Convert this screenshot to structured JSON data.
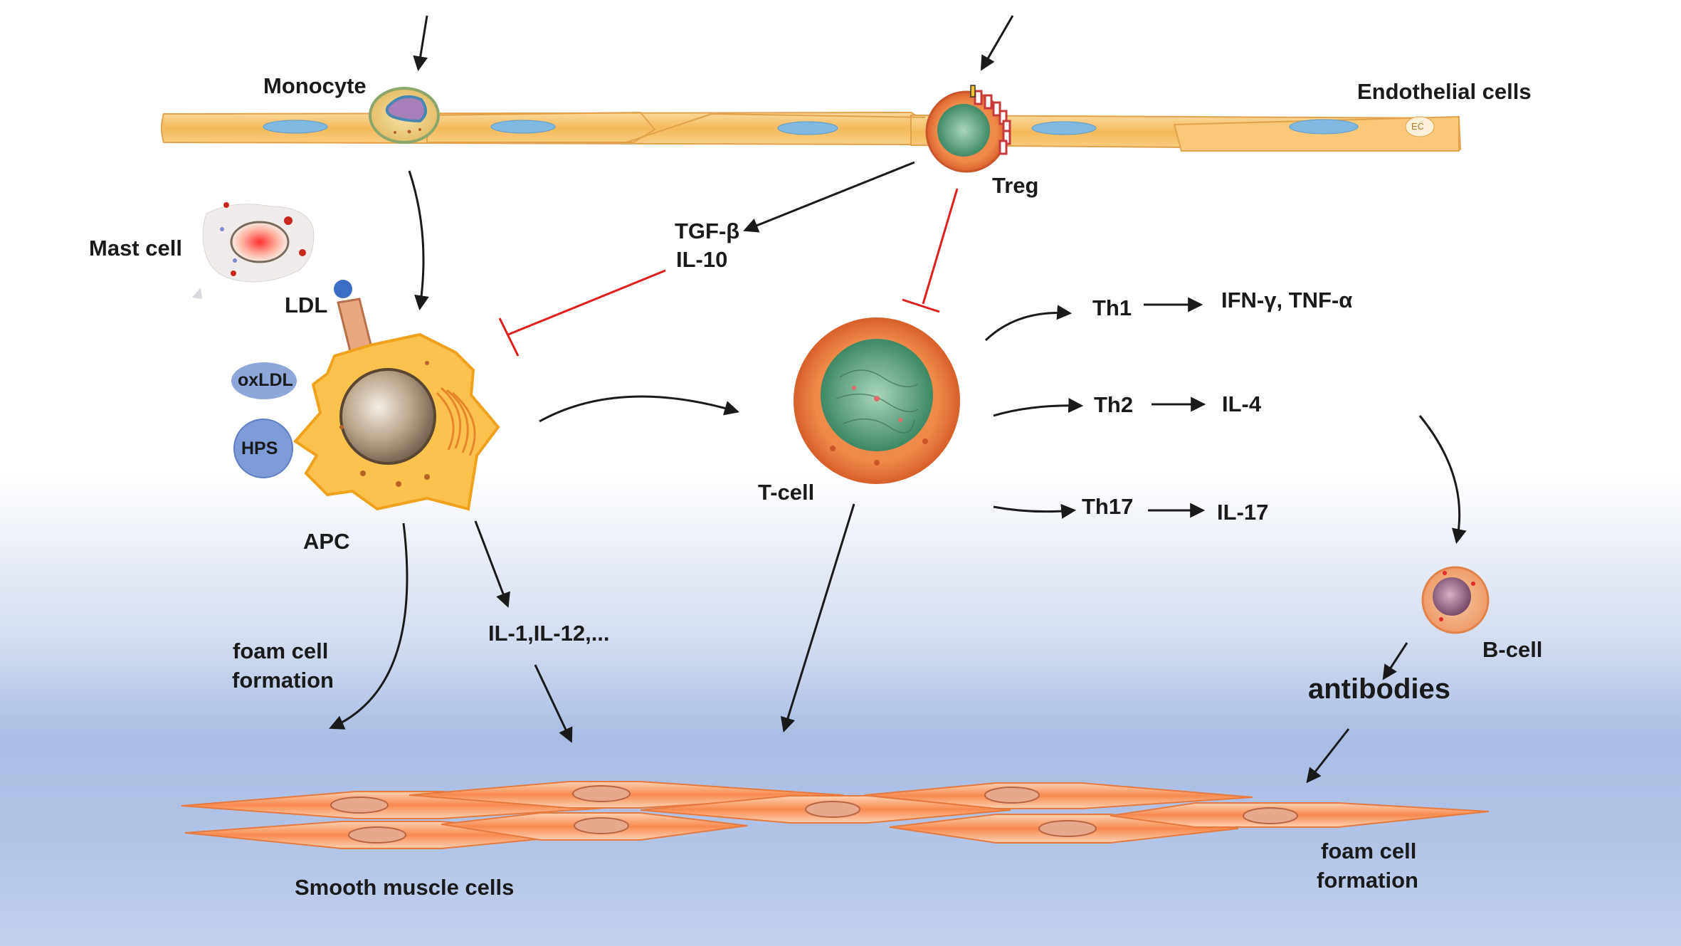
{
  "labels": {
    "monocyte": "Monocyte",
    "endothelial": "Endothelial cells",
    "ec": "EC",
    "treg": "Treg",
    "mast_cell": "Mast cell",
    "tgf_beta": "TGF-β",
    "il10": "IL-10",
    "ldl": "LDL",
    "oxldl": "oxLDL",
    "hps": "HPS",
    "apc": "APC",
    "tcell": "T-cell",
    "th1": "Th1",
    "th1_out": "IFN-γ, TNF-α",
    "th2": "Th2",
    "th2_out": "IL-4",
    "th17": "Th17",
    "th17_out": "IL-17",
    "bcell": "B-cell",
    "antibodies": "antibodies",
    "foam_left_1": "foam cell",
    "foam_left_2": "formation",
    "il_list": "IL-1,IL-12,...",
    "smc": "Smooth muscle cells",
    "foam_right_1": "foam cell",
    "foam_right_2": "formation"
  },
  "colors": {
    "stimulatory_arrow": "#1a1a1a",
    "inhibitory_arrow": "#e01e1e",
    "endothelium": "#f7c46c",
    "smooth_muscle": "#f68a4e",
    "tcell_outer": "#e9793c",
    "tcell_nucleus": "#5fa27f",
    "apc_body": "#fbc24e"
  }
}
